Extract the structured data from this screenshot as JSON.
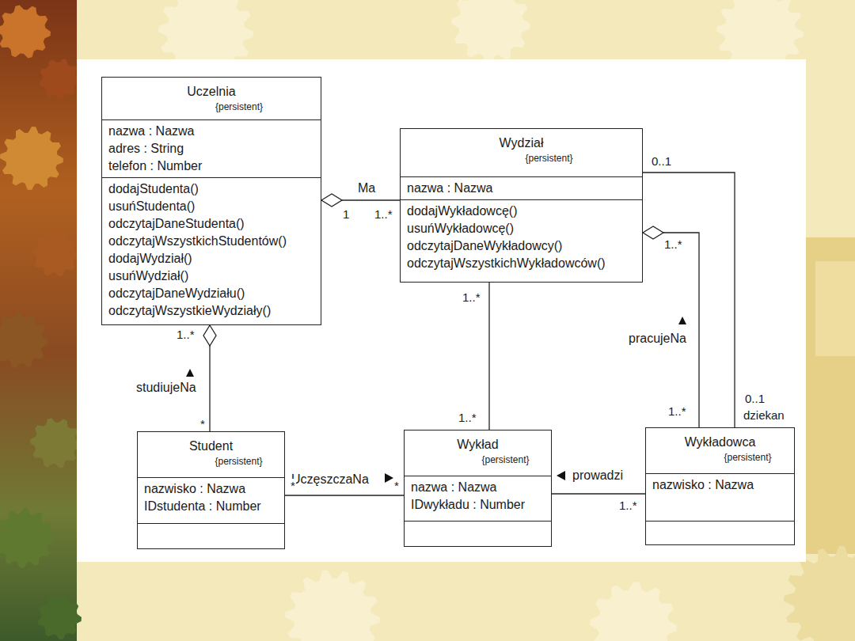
{
  "diagram": {
    "nodes": [
      {
        "text": [
          "Uczelnia",
          "{persistent}",
          "nazwa : Nazwa",
          "adres : String",
          "telefon : Number",
          "dodajStudenta()",
          "usuńStudenta()",
          "odczytajDaneStudenta()",
          "odczytajWszystkichStudentów()",
          "dodajWydział()",
          "usuńWydział()",
          "odczytajDaneWydziału()",
          "odczytajWszystkieWydziały()"
        ]
      },
      {
        "text": [
          "Wydział",
          "{persistent}",
          "nazwa : Nazwa",
          "dodajWykładowcę()",
          "usuńWykładowcę()",
          "odczytajDaneWykładowcy()",
          "odczytajWszystkichWykładowców()"
        ]
      },
      {
        "text": [
          "Student",
          "{persistent}",
          "nazwisko : Nazwa",
          "IDstudenta : Number"
        ]
      },
      {
        "text": [
          "Wykład",
          "{persistent}",
          "nazwa : Nazwa",
          "IDwykładu : Number"
        ]
      },
      {
        "text": [
          "Wykładowca",
          "{persistent}",
          "nazwisko : Nazwa"
        ]
      }
    ],
    "edges": [
      {
        "from": 1,
        "to": 0,
        "arrow": "to",
        "label": "Ma"
      },
      {
        "from": 2,
        "to": 0,
        "arrow": "to",
        "label": "studiujeNa"
      },
      {
        "from": 4,
        "to": 1,
        "arrow": "to",
        "label": "pracujeNa"
      },
      {
        "from": 1,
        "to": 4,
        "arrow": "none"
      },
      {
        "from": 1,
        "to": 3,
        "arrow": "none"
      },
      {
        "from": 2,
        "to": 3,
        "arrow": "none",
        "label": "UczęszczaNa"
      },
      {
        "from": 3,
        "to": 4,
        "arrow": "none",
        "label": "prowadzi"
      }
    ],
    "labels": [
      "1",
      "1..*",
      "1..*",
      "*",
      "0..1",
      "1..*",
      "1..*",
      "1..*",
      "1..*",
      "0..1",
      "dziekan",
      "*",
      "*",
      "1..*"
    ]
  }
}
